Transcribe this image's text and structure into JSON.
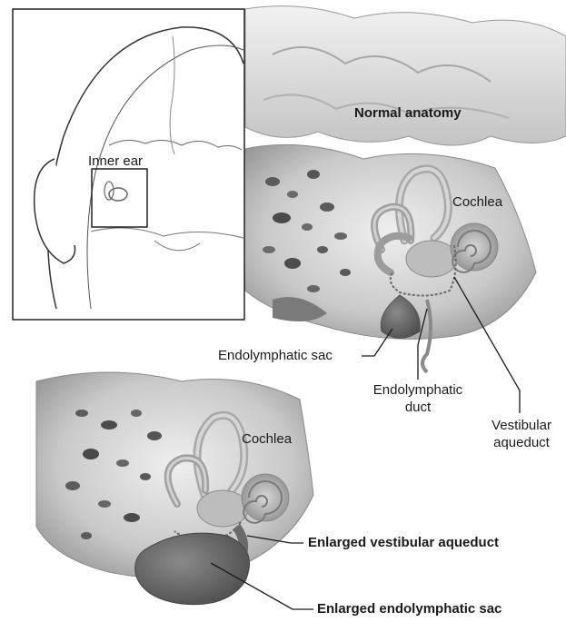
{
  "labels": {
    "inset_inner_ear": "Inner ear",
    "normal_anatomy": "Normal anatomy",
    "cochlea_top": "Cochlea",
    "endolymphatic_sac": "Endolymphatic sac",
    "endolymphatic_duct_line1": "Endolymphatic",
    "endolymphatic_duct_line2": "duct",
    "vestibular_aqueduct_line1": "Vestibular",
    "vestibular_aqueduct_line2": "aqueduct",
    "cochlea_bottom": "Cochlea",
    "enlarged_vestibular_aqueduct": "Enlarged vestibular aqueduct",
    "enlarged_endolymphatic_sac": "Enlarged endolymphatic sac"
  },
  "colors": {
    "line": "#1a1a1a",
    "bone_light": "#d9d9d9",
    "bone_mid": "#a9a9a9",
    "bone_dark": "#5a5a5a",
    "sac_fill": "#6b6b6b",
    "inset_border": "#222222"
  }
}
